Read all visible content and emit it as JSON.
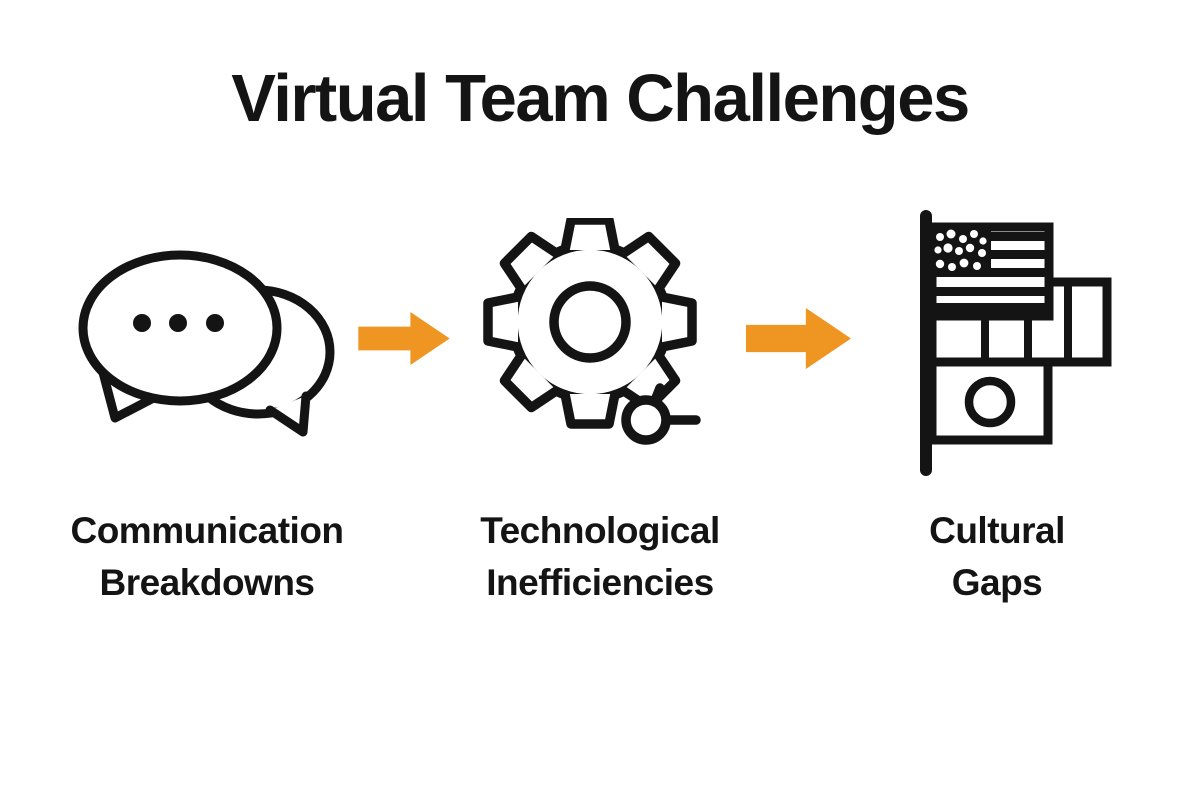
{
  "title": "Virtual Team Challenges",
  "colors": {
    "ink": "#141414",
    "arrow": "#EE9522"
  },
  "items": [
    {
      "icon": "chat-bubbles-icon",
      "line1": "Communication",
      "line2": "Breakdowns"
    },
    {
      "icon": "gear-icon",
      "line1": "Technological",
      "line2": "Inefficiencies"
    },
    {
      "icon": "flags-icon",
      "line1": "Cultural",
      "line2": "Gaps"
    }
  ],
  "connectors": [
    {
      "icon": "arrow-right-icon"
    },
    {
      "icon": "arrow-right-icon"
    }
  ]
}
